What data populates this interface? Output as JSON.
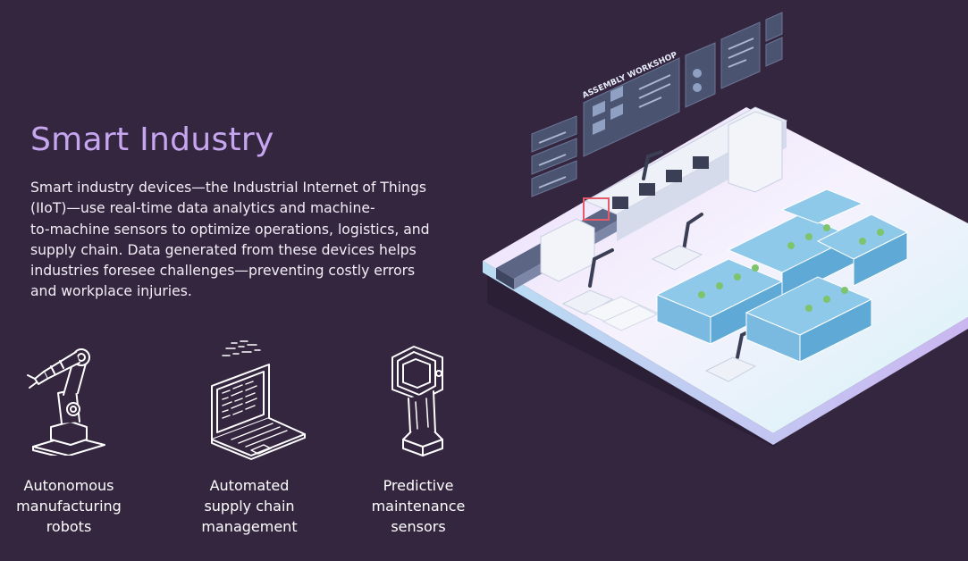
{
  "title": "Smart Industry",
  "description_lines": [
    "Smart industry devices—the Industrial Internet of Things",
    "(IIoT)—use real-time data analytics and machine-",
    "to-machine sensors to optimize operations, logistics, and",
    "supply chain. Data generated from these devices helps",
    "industries foresee challenges—preventing costly errors",
    "and workplace injuries."
  ],
  "features": [
    {
      "icon": "robot-arm-icon",
      "caption_lines": [
        "Autonomous",
        "manufacturing",
        "robots"
      ]
    },
    {
      "icon": "laptop-icon",
      "caption_lines": [
        "Automated",
        "supply chain",
        "management"
      ]
    },
    {
      "icon": "handheld-sensor-icon",
      "caption_lines": [
        "Predictive",
        "maintenance",
        "sensors"
      ]
    }
  ],
  "illustration": {
    "panel_title": "ASSEMBLY WORKSHOP"
  },
  "colors": {
    "background": "#352640",
    "title": "#c7a6f0",
    "text": "#f3eef6"
  }
}
